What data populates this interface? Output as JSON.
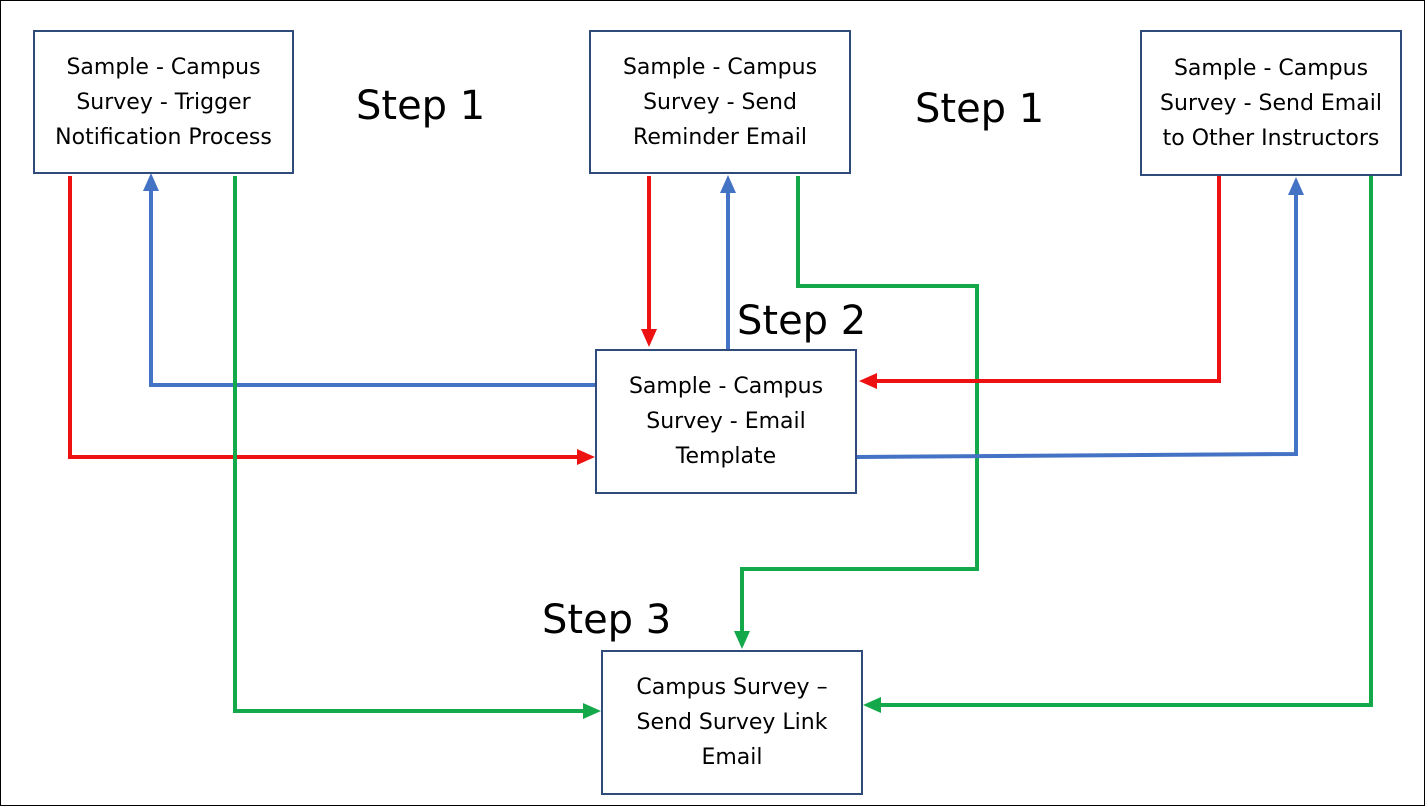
{
  "nodes": {
    "trigger": "Sample - Campus Survey - Trigger Notification Process",
    "reminder": "Sample - Campus Survey - Send Reminder Email",
    "instructors": "Sample - Campus Survey - Send Email to Other Instructors",
    "template": "Sample - Campus Survey - Email Template",
    "survey_link": "Campus Survey – Send Survey Link Email"
  },
  "steps": {
    "step1_left": "Step 1",
    "step1_right": "Step 1",
    "step2": "Step 2",
    "step3": "Step 3"
  },
  "colors": {
    "red": "#ee1111",
    "blue": "#4472c4",
    "green": "#13a84a",
    "box_border": "#2f4b7c"
  }
}
